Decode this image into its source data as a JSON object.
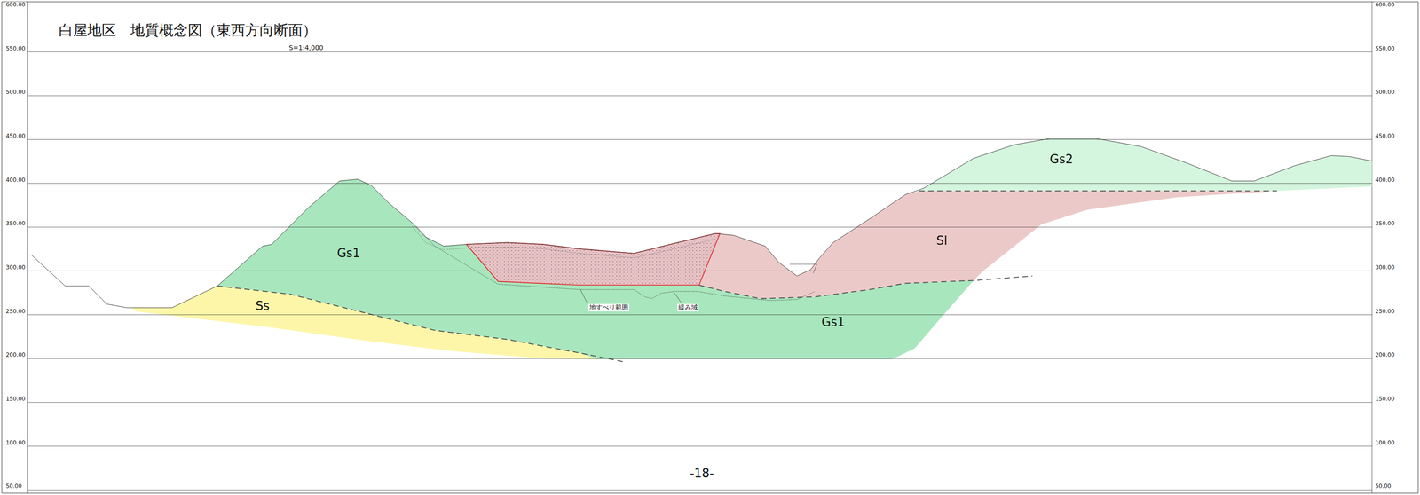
{
  "diagram": {
    "title": "白屋地区　地質概念図（東西方向断面）",
    "labels": [
      "600.00",
      "550.00",
      "500.00",
      "450.00",
      "400.00",
      "350.00",
      "300.00",
      "250.00",
      "200.00",
      "150.00",
      "100.00",
      "50.00",
      "600.00",
      "550.00",
      "500.00",
      "450.00",
      "400.00",
      "350.00",
      "300.00",
      "250.00",
      "200.00",
      "150.00",
      "100.00",
      "50.00",
      "S=1:4,000",
      "Gs1",
      "Gs2",
      "Sl",
      "Ss",
      "地すべり範囲",
      "緩み域",
      "Gs1",
      "-18-"
    ]
  }
}
